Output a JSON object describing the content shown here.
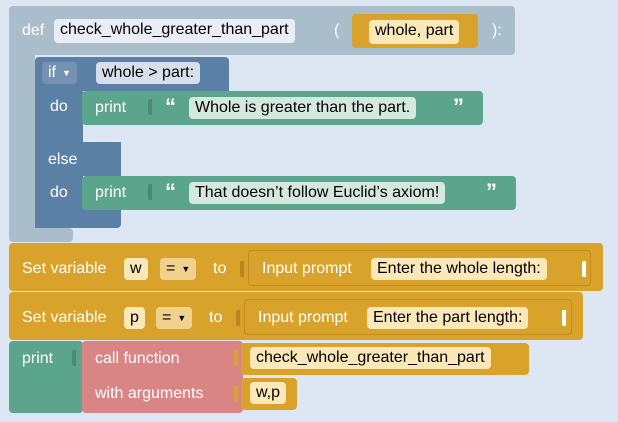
{
  "function_def": {
    "keyword": "def",
    "name": "check_whole_greater_than_part",
    "open_paren": "(",
    "params": "whole, part",
    "close": "):"
  },
  "if_block": {
    "if_label": "if",
    "condition": "whole > part:",
    "do_label": "do",
    "else_label": "else"
  },
  "print_true": {
    "label": "print",
    "open_quote": "“",
    "text": "Whole is greater than the part.",
    "close_quote": "”"
  },
  "print_false": {
    "label": "print",
    "open_quote": "“",
    "text": "That doesn’t follow Euclid’s axiom!",
    "close_quote": "”"
  },
  "set_w": {
    "label": "Set variable",
    "var": "w",
    "op": "=",
    "to": "to",
    "input_label": "Input prompt",
    "prompt": "Enter the whole length:"
  },
  "set_p": {
    "label": "Set variable",
    "var": "p",
    "op": "=",
    "to": "to",
    "input_label": "Input prompt",
    "prompt": "Enter the part length:"
  },
  "print_call": {
    "label": "print",
    "call_label": "call function",
    "function_name": "check_whole_greater_than_part",
    "args_label": "with arguments",
    "args": "w,p"
  },
  "colors": {
    "workspace": "#dde6f3",
    "def_block": "#a9bdca",
    "logic": "#5b80a5",
    "text": "#5ba58c",
    "variables": "#d9a22a",
    "procedures": "#d98585"
  },
  "icons": {
    "dropdown": "dropdown-arrow-icon"
  }
}
